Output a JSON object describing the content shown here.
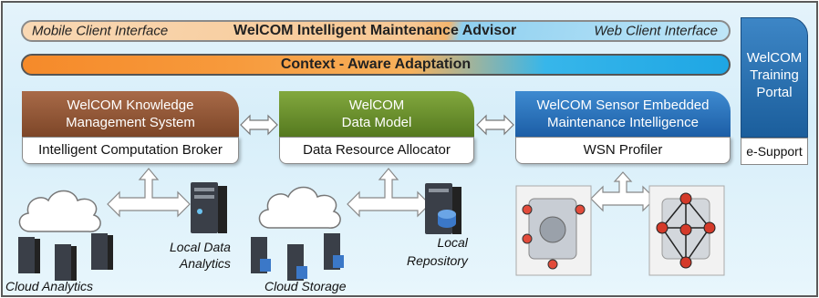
{
  "banner": {
    "mobile_client": "Mobile Client Interface",
    "title": "WelCOM Intelligent Maintenance Advisor",
    "web_client": "Web Client Interface",
    "context": "Context - Aware Adaptation"
  },
  "portal": {
    "lines": [
      "WelCOM",
      "Training",
      "Portal"
    ],
    "support": "e-Support"
  },
  "modules": [
    {
      "title_lines": [
        "WelCOM Knowledge",
        "Management System"
      ],
      "sub": "Intelligent Computation Broker"
    },
    {
      "title_lines": [
        "WelCOM",
        "Data Model"
      ],
      "sub": "Data Resource Allocator"
    },
    {
      "title_lines": [
        "WelCOM Sensor Embedded",
        "Maintenance Intelligence"
      ],
      "sub": "WSN Profiler"
    }
  ],
  "labels": {
    "local_data_analytics": [
      "Local Data",
      "Analytics"
    ],
    "cloud_analytics": "Cloud Analytics",
    "cloud_storage": "Cloud Storage",
    "local_repository": [
      "Local",
      "Repository"
    ]
  },
  "colors": {
    "knowledge": "#8f5535",
    "data_model": "#6b9130",
    "sensor": "#2a72bc",
    "portal": "#2a6eb0",
    "orange": "#f58a2a",
    "blue": "#1ea6e4"
  }
}
